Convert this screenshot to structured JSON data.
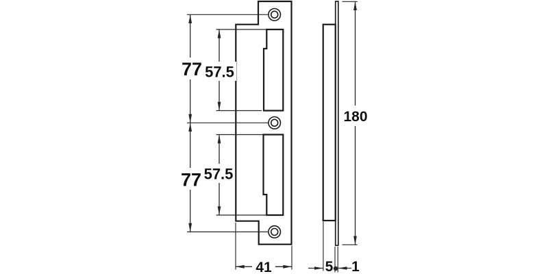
{
  "drawing": {
    "front_view": {
      "dim_hole_spacing_upper": "77",
      "dim_cutout_upper": "57.5",
      "dim_hole_spacing_lower": "77",
      "dim_cutout_lower": "57.5",
      "dim_width": "41"
    },
    "side_view": {
      "dim_height": "180",
      "dim_body_depth": "5",
      "dim_plate_thickness": "1"
    },
    "colors": {
      "background": "#ffffff",
      "part_outline": "#1a1a1a",
      "dimension_lines": "#262626",
      "label_text": "#111111"
    }
  }
}
